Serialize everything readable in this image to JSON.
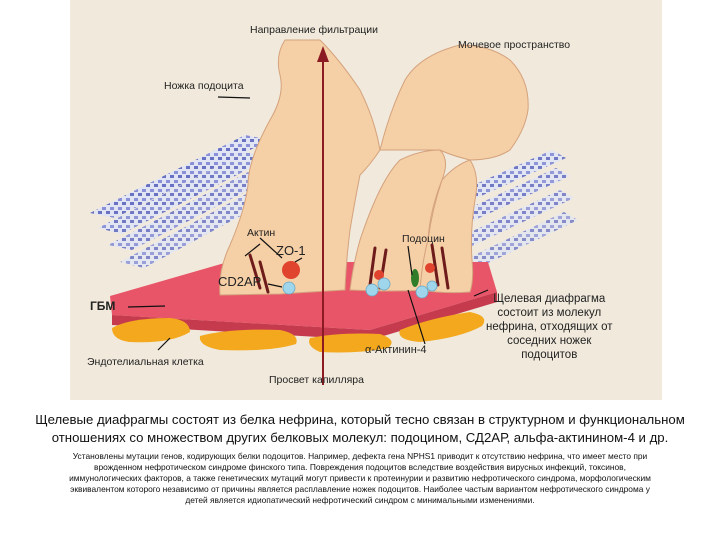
{
  "labels": {
    "filtration_direction": "Направление фильтрации",
    "urinary_space": "Мочевое пространство",
    "podocyte_foot": "Ножка подоцита",
    "actin": "Актин",
    "zo1": "ZO-1",
    "podocin": "Подоцин",
    "cd2ap": "CD2AP",
    "gbm": "ГБМ",
    "slit_diaphragm": "Щелевая диафрагма\nсостоит из молекул\nнефрина, отходящих от\nсоседних ножек\nподоцитов",
    "alpha_actinin": "α-Актинин-4",
    "endothelial_cell": "Эндотелиальная клетка",
    "capillary_lumen": "Просвет капилляра"
  },
  "caption": {
    "main_line1": "Щелевые диафрагмы состоят из белка нефрина, который тесно связан в структурном и функциональном",
    "main_line2": "отношениях со множеством других белковых молекул: подоцином, СД2АР, альфа-актинином-4 и др.",
    "sub_line1": "Установлены мутации генов, кодирующих белки подоцитов. Например, дефекта гена NPHS1 приводит к отсутствию нефрина, что имеет место при",
    "sub_line2": "врожденном нефротическом синдроме финского типа. Повреждения подоцитов вследствие воздействия вирусных инфекций, токсинов,",
    "sub_line3": "иммунологических факторов, а также генетических мутаций могут привести к протеинурии и развитию нефротического синдрома, морфологическим",
    "sub_line4": "эквивалентом которого независимо от причины является расплавление ножек подоцитов. Наиболее частым вариантом нефротического синдрома у",
    "sub_line5": "детей является идиопатический нефротический синдром с минимальными изменениями."
  },
  "colors": {
    "background": "#f1eadc",
    "podocyte": "#f5cfa6",
    "gbm": "#e85568",
    "endothelium": "#f3a81e",
    "nephrin": "#7d86d6",
    "filtration_arrow": "#8b1a22",
    "actin": "#6e1b1b",
    "zo1": "#e0432e",
    "cd2ap": "#9fd6ec"
  }
}
